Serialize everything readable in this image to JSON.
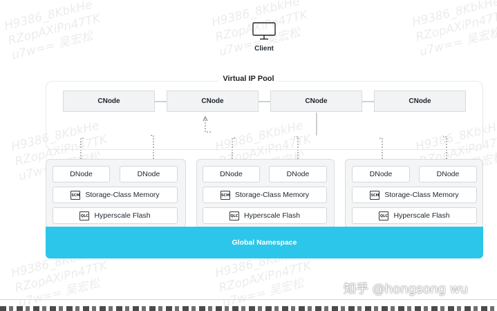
{
  "client": {
    "label": "Client",
    "icon": "monitor-icon"
  },
  "pool": {
    "title": "Virtual IP Pool"
  },
  "cnodes": [
    "CNode",
    "CNode",
    "CNode",
    "CNode"
  ],
  "groups": [
    {
      "dnodes": [
        "DNode",
        "DNode"
      ],
      "scm_chip": "SCM",
      "scm_label": "Storage-Class Memory",
      "qlc_chip": "QLC",
      "qlc_label": "Hyperscale Flash"
    },
    {
      "dnodes": [
        "DNode",
        "DNode"
      ],
      "scm_chip": "SCM",
      "scm_label": "Storage-Class Memory",
      "qlc_chip": "QLC",
      "qlc_label": "Hyperscale Flash"
    },
    {
      "dnodes": [
        "DNode",
        "DNode"
      ],
      "scm_chip": "SCM",
      "scm_label": "Storage-Class Memory",
      "qlc_chip": "QLC",
      "qlc_label": "Hyperscale Flash"
    }
  ],
  "namespace": {
    "label": "Global Namespace"
  },
  "watermark": {
    "line1": "H9386_8KbkHe",
    "line2": "RZopAXiPn47TK",
    "line3": "u7w== 吴宏松",
    "credit": "知乎 @hongsong wu"
  }
}
